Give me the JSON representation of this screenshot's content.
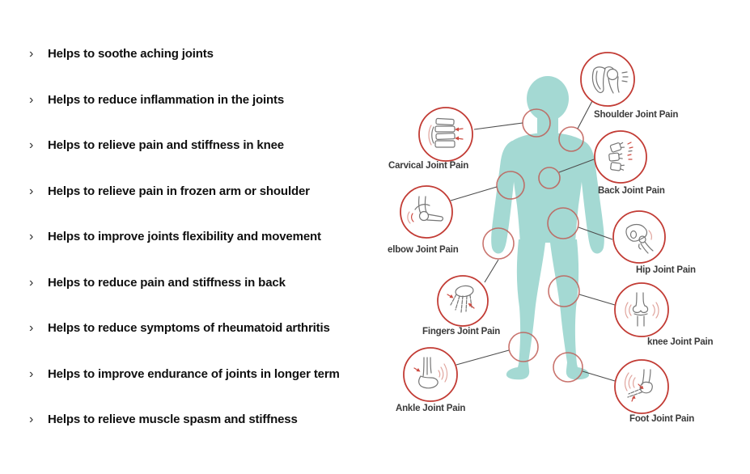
{
  "benefits": {
    "bullet_glyph": "›",
    "items": [
      "Helps to soothe aching joints",
      "Helps to reduce inflammation in the joints",
      "Helps to relieve pain and stiffness in knee",
      "Helps to relieve pain in frozen arm or shoulder",
      "Helps to improve joints flexibility and movement",
      "Helps to reduce pain and stiffness in back",
      "Helps to reduce symptoms of rheumatoid arthritis",
      "Helps to improve endurance of joints in longer term",
      "Helps to relieve muscle spasm and stiffness"
    ]
  },
  "diagram": {
    "figure": "human-body-silhouette",
    "callouts": [
      {
        "id": "shoulder",
        "label": "Shoulder Joint Pain",
        "icon": "shoulder-bone-icon"
      },
      {
        "id": "carvical",
        "label": "Carvical Joint Pain",
        "icon": "cervical-spine-icon"
      },
      {
        "id": "back",
        "label": "Back Joint Pain",
        "icon": "back-vertebrae-icon"
      },
      {
        "id": "elbow",
        "label": "elbow Joint Pain",
        "icon": "elbow-bone-icon"
      },
      {
        "id": "hip",
        "label": "Hip Joint Pain",
        "icon": "hip-bone-icon"
      },
      {
        "id": "fingers",
        "label": "Fingers Joint Pain",
        "icon": "hand-skeleton-icon"
      },
      {
        "id": "knee",
        "label": "knee Joint Pain",
        "icon": "knee-bone-icon"
      },
      {
        "id": "ankle",
        "label": "Ankle Joint Pain",
        "icon": "ankle-bone-icon"
      },
      {
        "id": "foot",
        "label": "Foot Joint Pain",
        "icon": "foot-bone-icon"
      }
    ]
  },
  "colors": {
    "background": "#ffffff",
    "body_silhouette": "#a4d9d3",
    "callout_ring": "#c23b34",
    "body_marker_ring": "#c05c55",
    "connector_line": "#4d4d4d",
    "icon_line": "#767676",
    "icon_accent": "#cc4a40",
    "benefit_text": "#101010",
    "label_text": "#3a3a3a"
  }
}
